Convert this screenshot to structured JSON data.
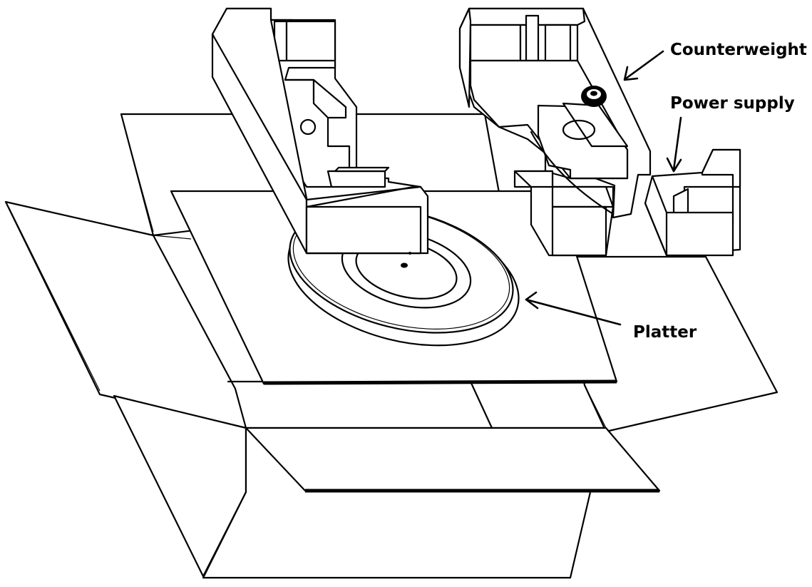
{
  "labels": {
    "counterweight": "Counterweight",
    "power_supply": "Power supply",
    "platter": "Platter"
  },
  "colors": {
    "line": "#000000",
    "background": "#ffffff"
  }
}
